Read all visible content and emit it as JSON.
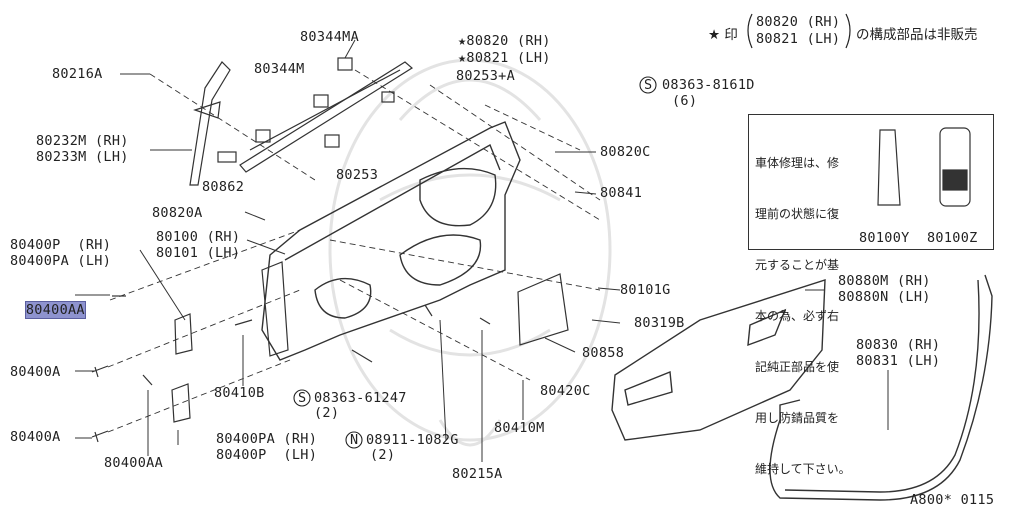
{
  "header": {
    "star_prefix": "★ 印",
    "rh": "80820 (RH)",
    "lh": "80821 (LH)",
    "suffix": "の構成部品は非販売"
  },
  "labels": {
    "p80216A": "80216A",
    "p80344MA": "80344MA",
    "p80344M": "80344M",
    "p80820RH": "★80820 (RH)",
    "p80821LH": "★80821 (LH)",
    "p80253A": "80253+A",
    "p08363_8161D": "08363-8161D",
    "qty6": "(6)",
    "p80232M": "80232M (RH)",
    "p80233M": "80233M (LH)",
    "p80862": "80862",
    "p80253": "80253",
    "p80820C": "80820C",
    "p80841": "80841",
    "p80820A": "80820A",
    "p80100": "80100 (RH)",
    "p80101": "80101 (LH)",
    "p80400P_RH": "80400P  (RH)",
    "p80400PA_LH": "80400PA (LH)",
    "p80400AA_top": "80400AA",
    "p80101G": "80101G",
    "p80319B": "80319B",
    "p80858": "80858",
    "p80400A_mid": "80400A",
    "p80410B": "80410B",
    "p08363_61247": "08363-61247",
    "qty2a": "(2)",
    "p80420C": "80420C",
    "p80410M": "80410M",
    "p80400A_bot": "80400A",
    "p80400PA_RH": "80400PA (RH)",
    "p80400P_LH": "80400P  (LH)",
    "p08911": "08911-1082G",
    "qty2b": "(2)",
    "p80400AA_bot": "80400AA",
    "p80215A": "80215A",
    "p80880M": "80880M (RH)",
    "p80880N": "80880N (LH)",
    "p80830": "80830 (RH)",
    "p80831": "80831 (LH)",
    "p80100Y": "80100Y",
    "p80100Z": "80100Z",
    "footer": "A800* 0115"
  },
  "note": {
    "lines": [
      "車体修理は、修",
      "理前の状態に復",
      "元することが基",
      "本の為、必ず右",
      "記純正部品を使",
      "用し防錆品質を",
      "維持して下さい。"
    ]
  },
  "symbols": {
    "s": "S",
    "n": "N"
  },
  "colors": {
    "highlight": "#8e93cf",
    "ink": "#222222"
  }
}
